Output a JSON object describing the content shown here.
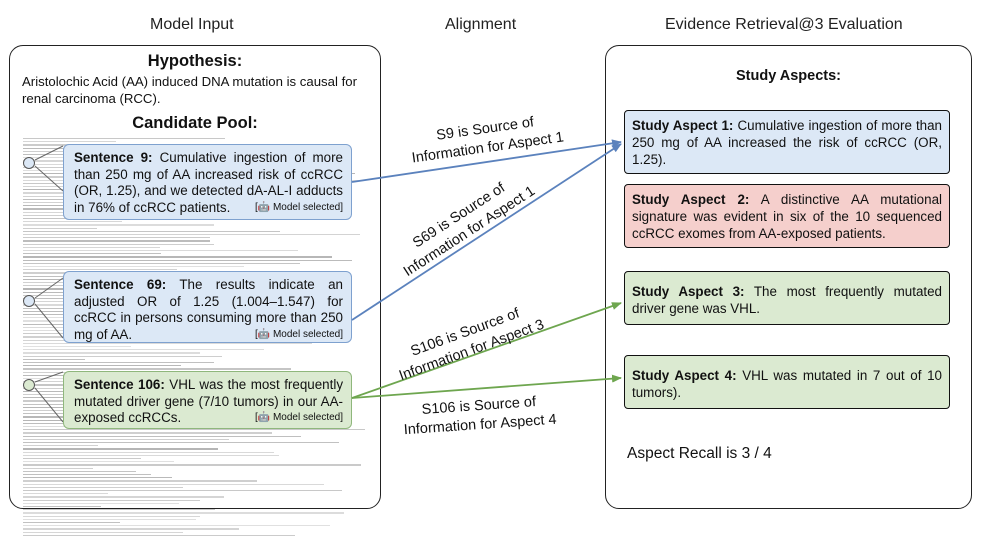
{
  "headers": {
    "model_input": "Model Input",
    "alignment": "Alignment",
    "evaluation": "Evidence Retrieval@3 Evaluation"
  },
  "hypothesis": {
    "title": "Hypothesis:",
    "text": "Aristolochic Acid (AA) induced DNA mutation is causal for renal carcinoma (RCC)."
  },
  "candidate_pool": {
    "title": "Candidate Pool:",
    "sentences": [
      {
        "label": "Sentence 9:",
        "text": " Cumulative ingestion of more than 250 mg of AA increased risk of ccRCC (OR, 1.25), and we detected dA-AL-I adducts in 76% of ccRCC patients.",
        "tag": "Model selected",
        "color": "#dce8f6"
      },
      {
        "label": "Sentence 69:",
        "text": " The results indicate an adjusted OR of 1.25 (1.004–1.547) for ccRCC in persons consuming more than 250 mg of AA.",
        "tag": "Model selected",
        "color": "#dce8f6"
      },
      {
        "label": "Sentence 106:",
        "text": " VHL was the most frequently mutated driver gene (7/10 tumors) in our AA-exposed ccRCCs.",
        "tag": "Model selected",
        "color": "#dbead1"
      }
    ]
  },
  "alignment": [
    {
      "line1": "S9 is Source of",
      "line2": "Information for Aspect 1"
    },
    {
      "line1": "S69 is Source of",
      "line2": "Information for Aspect 1"
    },
    {
      "line1": "S106 is Source of",
      "line2": "Information for Aspect 3"
    },
    {
      "line1": "S106 is Source of",
      "line2": "Information for Aspect 4"
    }
  ],
  "study_aspects": {
    "title": "Study Aspects:",
    "items": [
      {
        "label": "Study Aspect 1:",
        "text": " Cumulative ingestion of more than 250 mg of AA increased the risk of ccRCC  (OR, 1.25).",
        "status": "matched",
        "color": "#dce8f6"
      },
      {
        "label": "Study Aspect 2:",
        "text": " A distinctive AA mutational signature was evident in six of the 10 sequenced ccRCC exomes from AA-exposed patients.",
        "status": "missed",
        "color": "#f5cfcc"
      },
      {
        "label": "Study Aspect 3:",
        "text": " The most frequently mutated driver gene was VHL.",
        "status": "matched",
        "color": "#dbead1"
      },
      {
        "label": "Study Aspect 4:",
        "text": " VHL was mutated in 7 out of 10 tumors).",
        "status": "matched",
        "color": "#dbead1"
      }
    ],
    "recall": "Aspect Recall is 3 / 4"
  },
  "colors": {
    "blue_arrow": "#5b82bd",
    "green_arrow": "#6ea64f"
  },
  "icons": {
    "model_tag_icon": "robot-icon"
  }
}
